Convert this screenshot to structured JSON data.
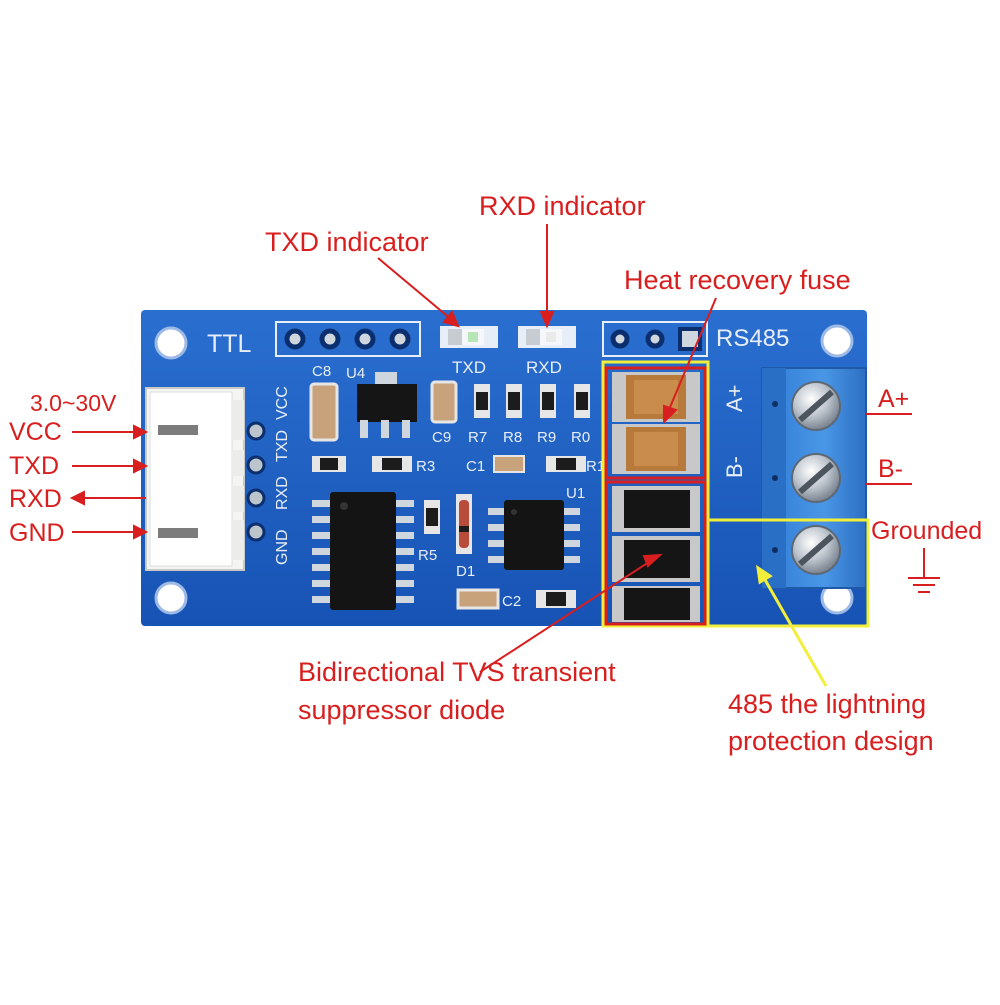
{
  "callouts": {
    "txd_indicator": "TXD indicator",
    "rxd_indicator": "RXD indicator",
    "heat_fuse": "Heat recovery fuse",
    "tvs_line1": "Bidirectional TVS transient",
    "tvs_line2": "suppressor diode",
    "lightning_line1": "485 the lightning",
    "lightning_line2": "protection design",
    "grounded": "Grounded",
    "a_plus": "A+",
    "b_minus": "B-"
  },
  "ttl_pins": {
    "voltage": "3.0~30V",
    "vcc": "VCC",
    "txd": "TXD",
    "rxd": "RXD",
    "gnd": "GND"
  },
  "board": {
    "ttl": "TTL",
    "rs485": "RS485",
    "txd": "TXD",
    "rxd": "RXD",
    "a_plus": "A+",
    "b_minus": "B-",
    "connector_vcc": "VCC",
    "connector_txd": "TXD",
    "connector_rxd": "RXD",
    "connector_gnd": "GND",
    "c8": "C8",
    "u4": "U4",
    "c9": "C9",
    "r7": "R7",
    "r8": "R8",
    "r9": "R9",
    "r0": "R0",
    "r3": "R3",
    "c1": "C1",
    "r1": "R1",
    "u1": "U1",
    "r5": "R5",
    "d1": "D1",
    "c2": "C2"
  },
  "colors": {
    "pcb": "#1a5cc0",
    "callout": "#d81e1e",
    "lightning_box": "#f2ef3a",
    "terminal": "#3a86d8"
  }
}
